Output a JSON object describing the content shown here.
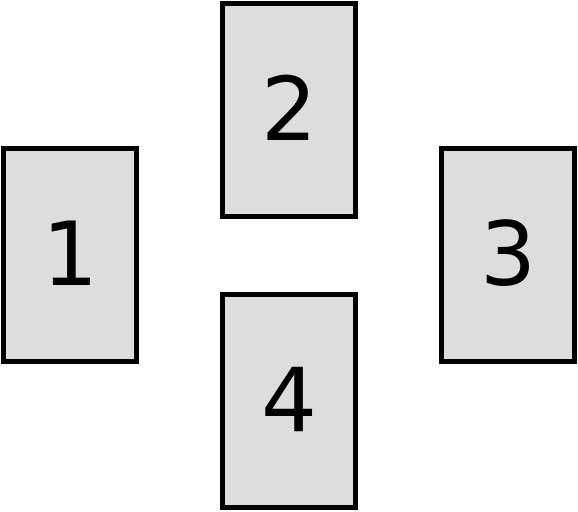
{
  "colors": {
    "card_fill": "#dddddd",
    "card_border": "#000000",
    "background": "#ffffff",
    "text": "#000000"
  },
  "cards": [
    {
      "label": "1"
    },
    {
      "label": "2"
    },
    {
      "label": "3"
    },
    {
      "label": "4"
    }
  ]
}
